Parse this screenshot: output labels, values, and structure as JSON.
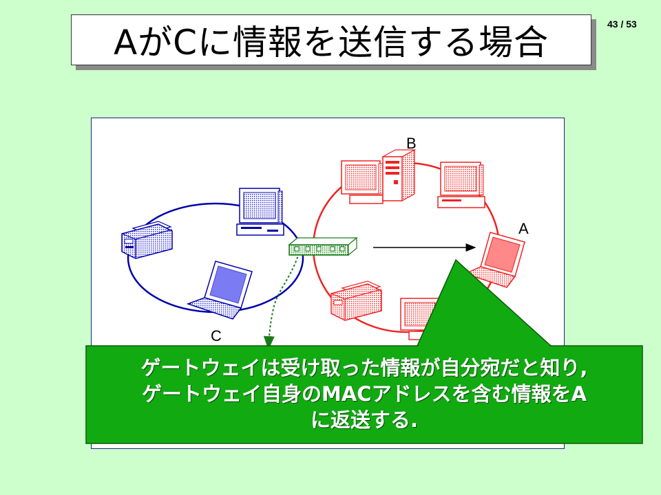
{
  "slide": {
    "title": "AがCに情報を送信する場合",
    "page_number": "43 / 53"
  },
  "diagram": {
    "labels": {
      "a": "A",
      "b": "B",
      "c": "C"
    },
    "colors": {
      "left_network": "#0000aa",
      "right_network": "#ee2222",
      "gateway": "#1a7a1a",
      "callout_fill": "#11aa11",
      "background": "#ccffcc"
    },
    "icons": [
      "printer-icon",
      "desktop-computer-icon",
      "laptop-icon",
      "gateway-switch-icon",
      "server-tower-icon"
    ]
  },
  "callout": {
    "lines": [
      "ゲートウェイは受け取った情報が自分宛だと知り,",
      "ゲートウェイ自身のMACアドレスを含む情報をA",
      "に返送する."
    ]
  }
}
